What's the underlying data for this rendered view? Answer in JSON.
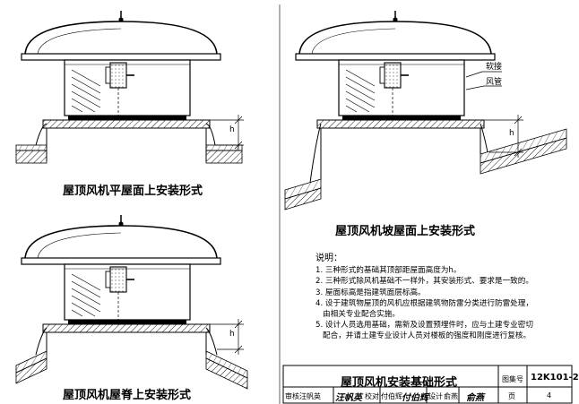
{
  "views": [
    {
      "caption": "屋顶风机平屋面上安装形式",
      "height_mark": "h"
    },
    {
      "caption": "屋顶风机坡屋面上安装形式",
      "height_mark": "h",
      "labels": [
        "软接",
        "风管"
      ]
    },
    {
      "caption": "屋顶风机屋脊上安装形式",
      "height_mark": "h"
    }
  ],
  "notes": {
    "title": "说明：",
    "items": [
      {
        "text": "1. 三种形式的基础其顶部距屋面高度为h。"
      },
      {
        "text": "2. 三种形式除风机基础不一样外，其安装形式、要求是一致的。"
      },
      {
        "text": "3. 屋面标高是指建筑面层标高。"
      },
      {
        "text": "4. 设于建筑物屋顶的风机应根据建筑物防雷分类进行防雷处理，",
        "cont": "由相关专业配合实施。"
      },
      {
        "text": "5. 设计人员选用基础，需新及设置预埋件时，应与土建专业密切",
        "cont": "配合，并请土建专业设计人员对楼板的强度和刚度进行复核。"
      }
    ]
  },
  "title_block": {
    "title": "屋顶风机安装基础形式",
    "atlas_label": "图集号",
    "atlas_no": "12K101-2",
    "review_label": "审核",
    "review_name": "汪帆英",
    "review_sig": "汪帆英",
    "check_label": "校对",
    "check_name": "付伯辉",
    "check_sig": "付伯辉",
    "design_label": "设计",
    "design_name": "俞燕",
    "design_sig": "俞燕",
    "page_label": "页",
    "page_no": "4"
  }
}
